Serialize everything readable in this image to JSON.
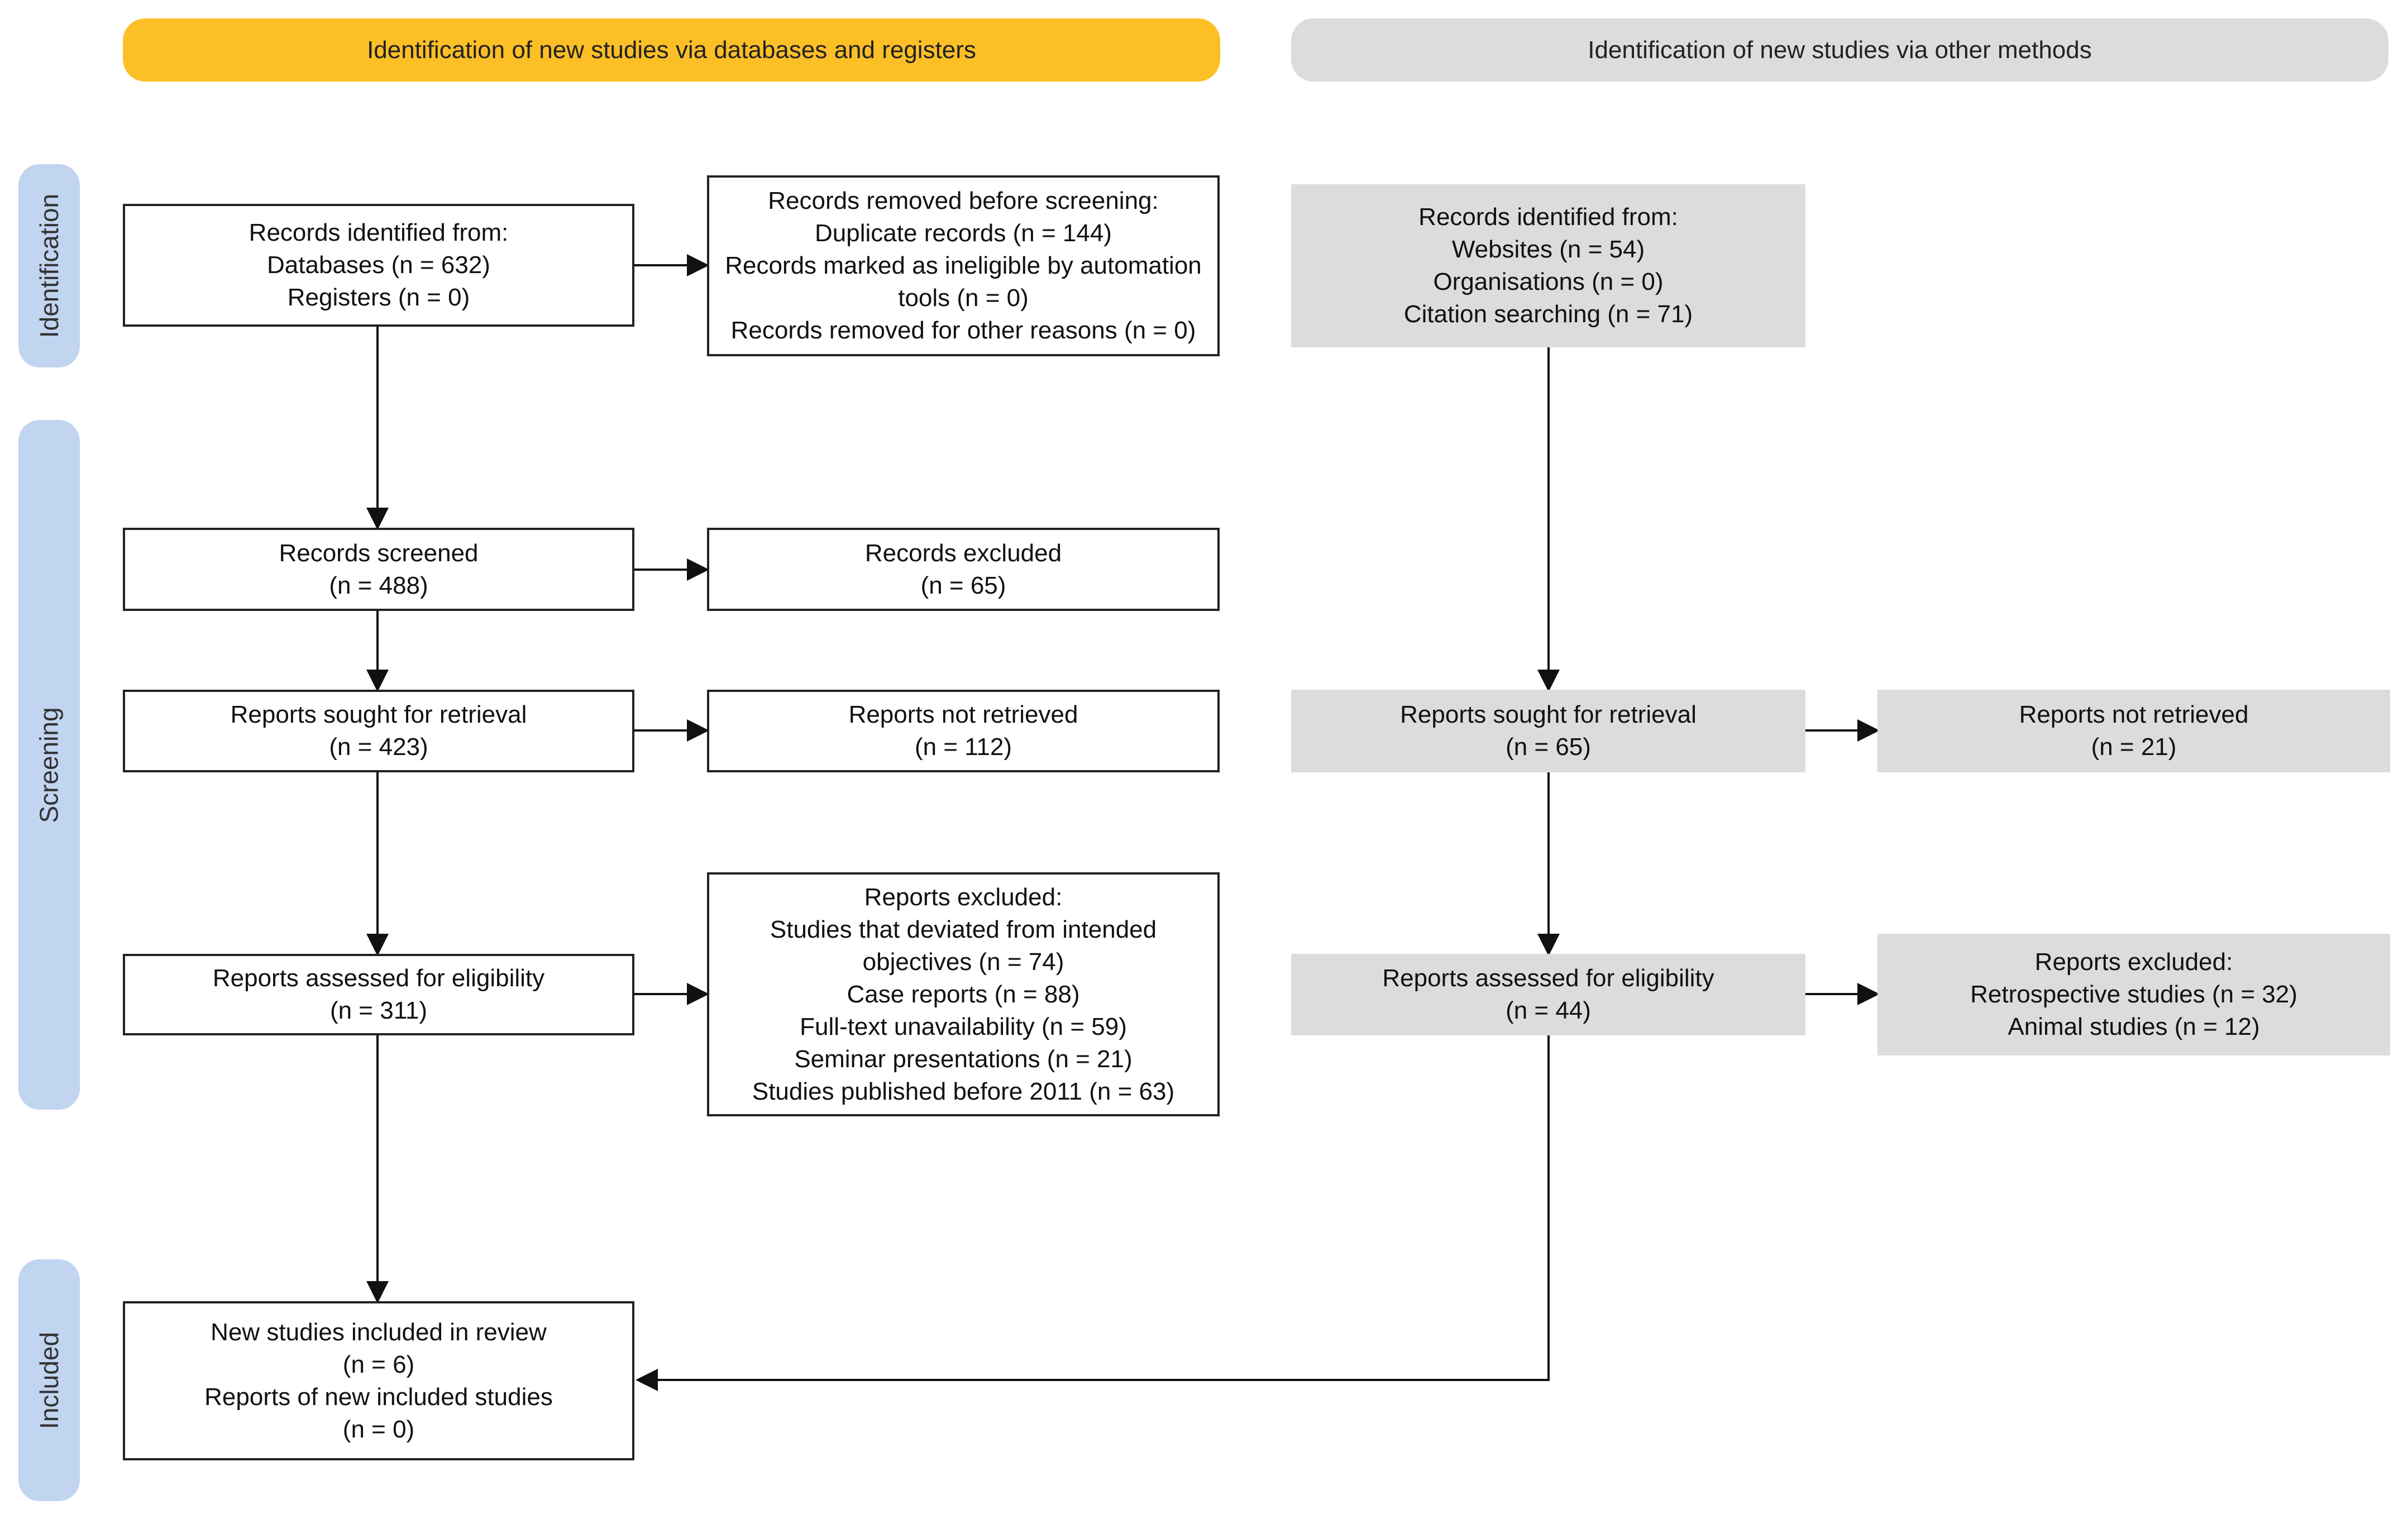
{
  "headers": {
    "left": "Identification of new studies via databases and registers",
    "right": "Identification of new studies via other methods"
  },
  "phases": {
    "identification": "Identification",
    "screening": "Screening",
    "included": "Included"
  },
  "boxes": {
    "db_records_identified": [
      "Records identified from:",
      "Databases (n = 632)",
      "Registers (n = 0)"
    ],
    "db_records_removed": [
      "Records removed before screening:",
      "Duplicate records (n = 144)",
      "Records marked as ineligible by automation",
      "tools (n = 0)",
      "Records removed for other reasons (n = 0)"
    ],
    "db_records_screened": [
      "Records screened",
      "(n = 488)"
    ],
    "db_records_excluded": [
      "Records excluded",
      "(n = 65)"
    ],
    "db_reports_sought": [
      "Reports sought for retrieval",
      "(n = 423)"
    ],
    "db_reports_not_retrieved": [
      "Reports not retrieved",
      "(n = 112)"
    ],
    "db_reports_assessed": [
      "Reports assessed for eligibility",
      "(n = 311)"
    ],
    "db_reports_excluded": [
      "Reports excluded:",
      "Studies that deviated from intended",
      "objectives (n = 74)",
      "Case reports (n = 88)",
      "Full-text unavailability (n = 59)",
      "Seminar presentations (n = 21)",
      "Studies published before 2011 (n = 63)"
    ],
    "new_studies_included": [
      "New studies included in review",
      "(n = 6)",
      "Reports of new included studies",
      "(n = 0)"
    ],
    "other_records_identified": [
      "Records identified from:",
      "Websites (n = 54)",
      "Organisations (n = 0)",
      "Citation searching (n = 71)"
    ],
    "other_reports_sought": [
      "Reports sought for retrieval",
      "(n = 65)"
    ],
    "other_reports_not_retrieved": [
      "Reports not retrieved",
      "(n = 21)"
    ],
    "other_reports_assessed": [
      "Reports assessed for eligibility",
      "(n = 44)"
    ],
    "other_reports_excluded": [
      "Reports excluded:",
      "Retrospective studies (n = 32)",
      "Animal studies (n = 12)"
    ]
  },
  "colors": {
    "left_header": "#fcbf26",
    "right_header": "#dcdcdc",
    "phase_band": "#c1d4f0",
    "other_methods_box": "#dcdcdc",
    "line": "#111111"
  }
}
